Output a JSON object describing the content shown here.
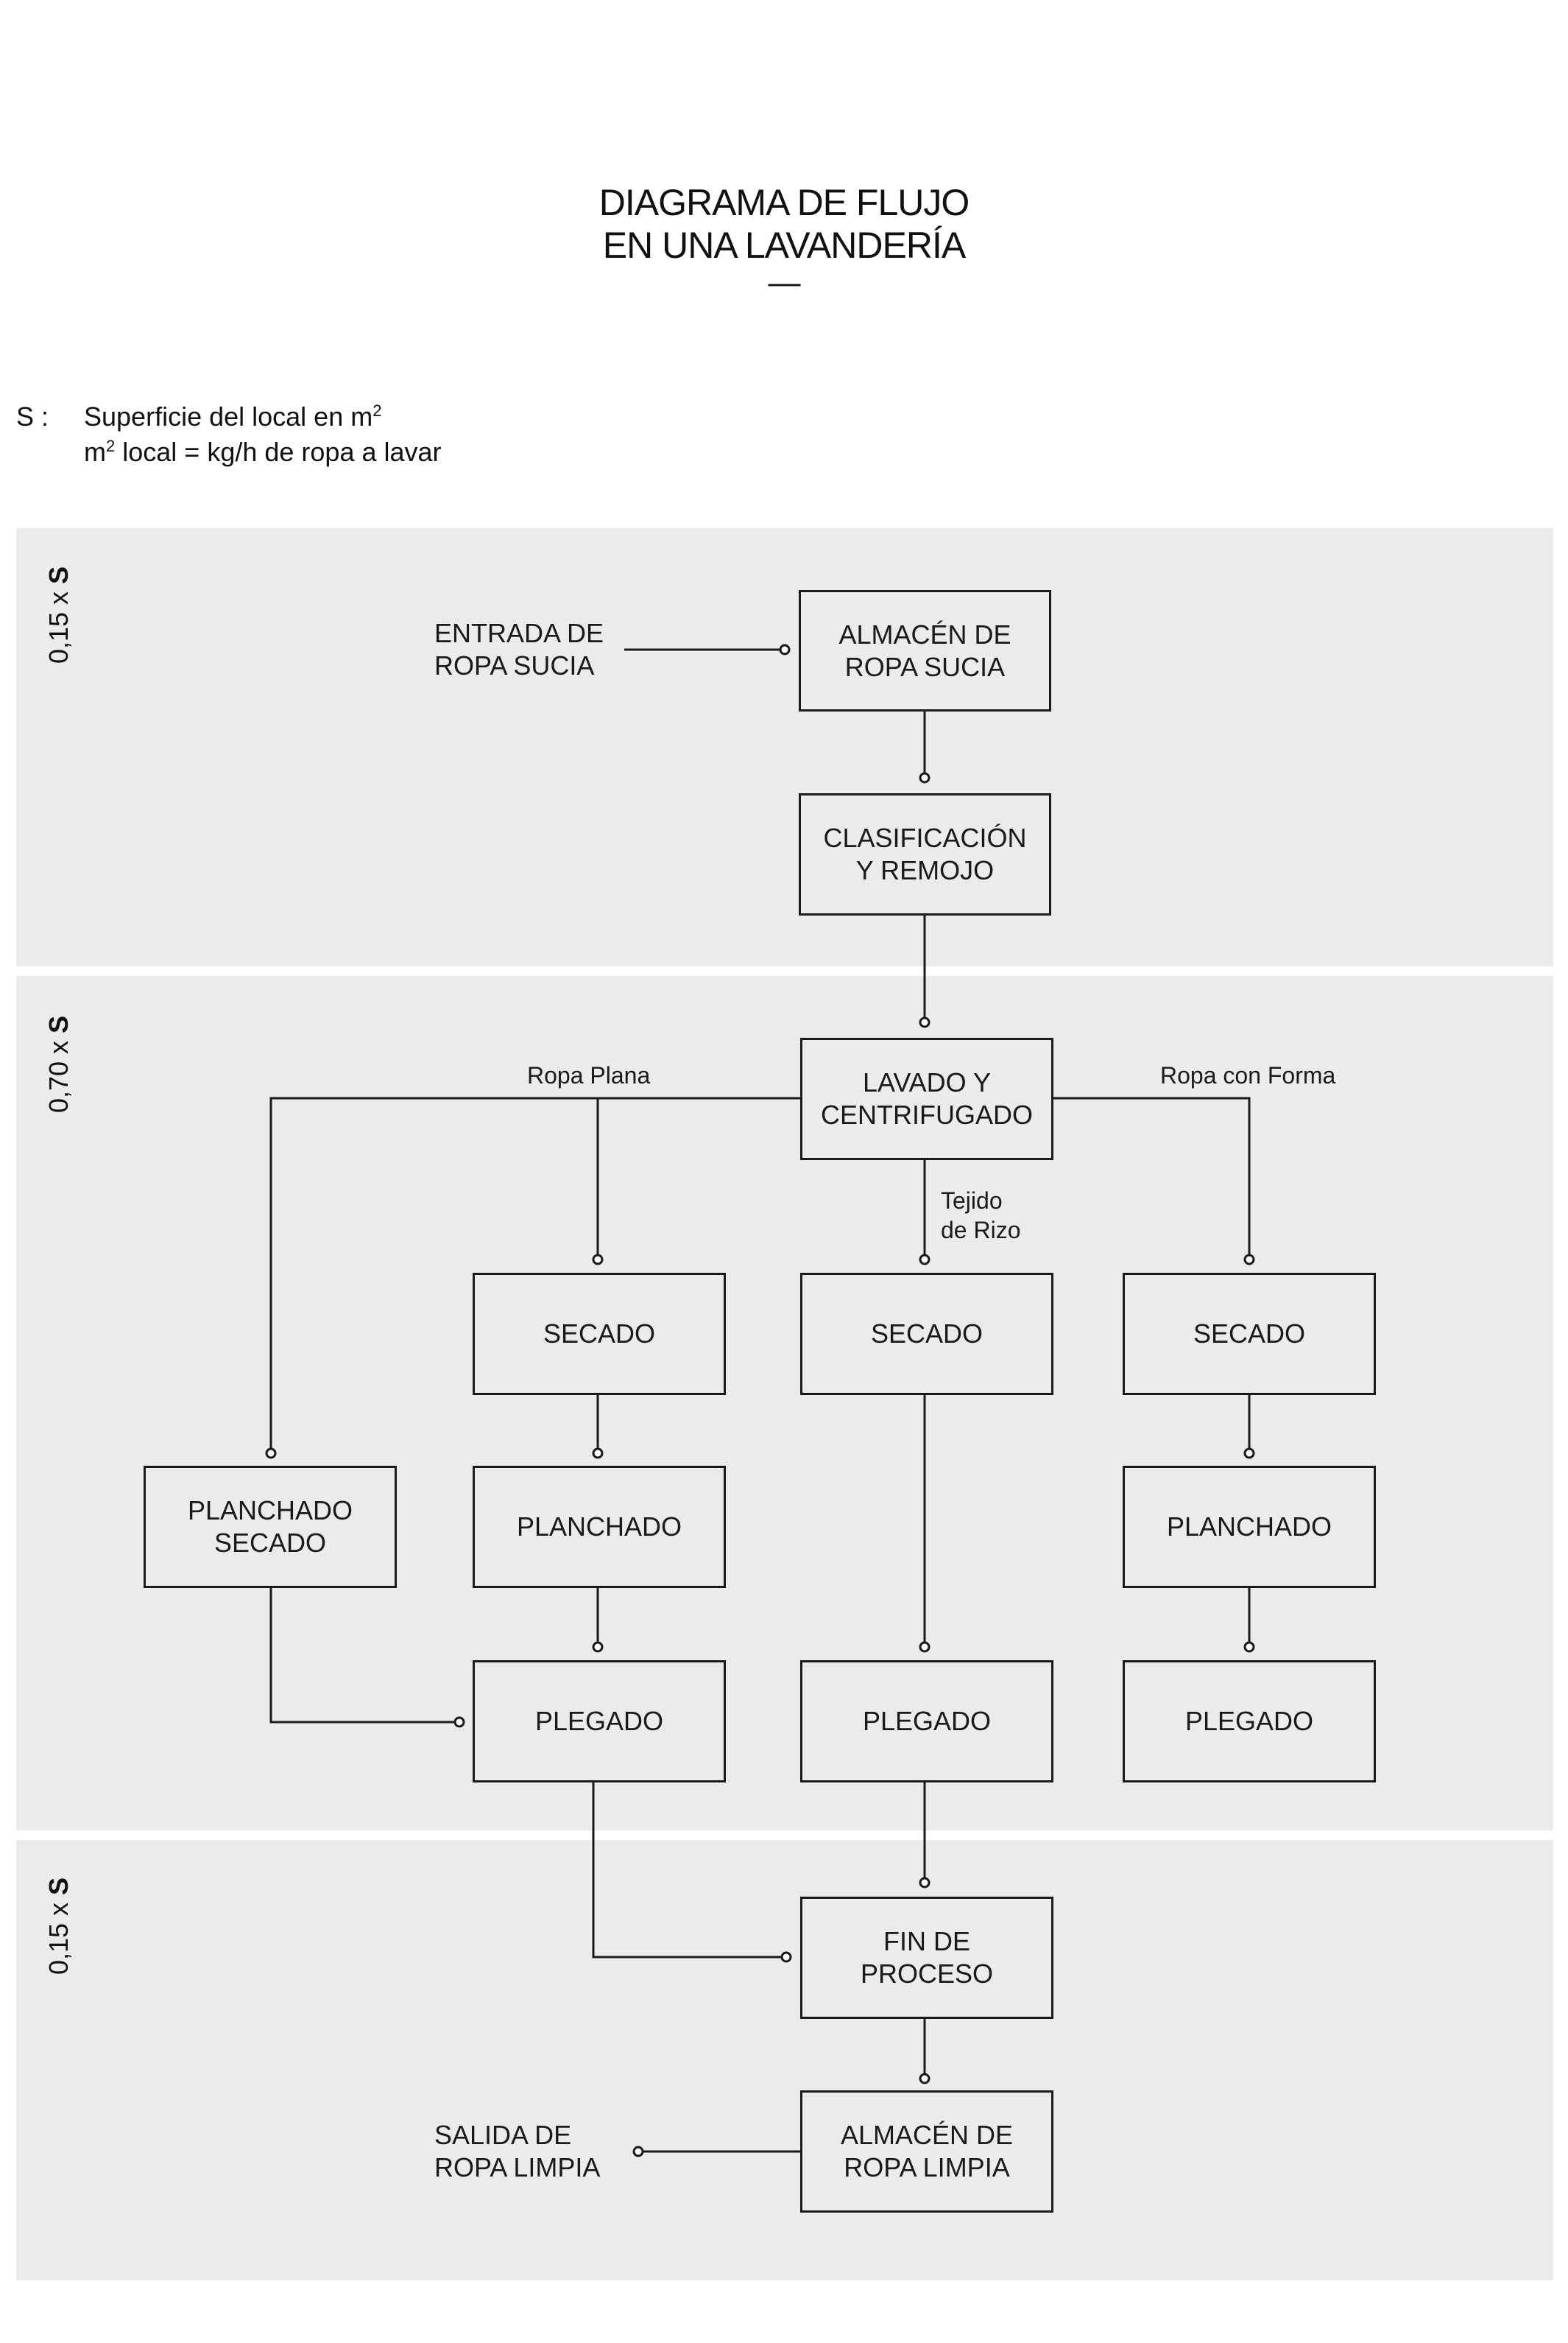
{
  "title": {
    "line1": "DIAGRAMA DE FLUJO",
    "line2": "EN UNA LAVANDERÍA",
    "dash": "—"
  },
  "legend": {
    "symbol": "S :",
    "line1": "Superficie del local en m",
    "line1_sup": "2",
    "line2_prefix": "m",
    "line2_sup": "2",
    "line2_rest": " local = kg/h de ropa a lavar"
  },
  "zones": [
    {
      "label_value": "0,15 x ",
      "label_var": "S"
    },
    {
      "label_value": "0,70 x ",
      "label_var": "S"
    },
    {
      "label_value": "0,15 x ",
      "label_var": "S"
    }
  ],
  "nodes": {
    "almacen_sucia": "ALMACÉN DE\nROPA SUCIA",
    "clasificacion": "CLASIFICACIÓN\nY REMOJO",
    "lavado": "LAVADO Y\nCENTRIFUGADO",
    "secado_1": "SECADO",
    "secado_2": "SECADO",
    "secado_3": "SECADO",
    "planchado_secado": "PLANCHADO\nSECADO",
    "planchado_1": "PLANCHADO",
    "planchado_3": "PLANCHADO",
    "plegado_1": "PLEGADO",
    "plegado_2": "PLEGADO",
    "plegado_3": "PLEGADO",
    "fin_proceso": "FIN DE\nPROCESO",
    "almacen_limpia": "ALMACÉN DE\nROPA LIMPIA"
  },
  "labels": {
    "entrada": "ENTRADA DE\nROPA SUCIA",
    "salida": "SALIDA DE\nROPA LIMPIA",
    "ropa_plana": "Ropa Plana",
    "ropa_forma": "Ropa con Forma",
    "tejido_rizo": "Tejido\nde Rizo"
  },
  "colors": {
    "background": "#ffffff",
    "zone": "#ebebeb",
    "line": "#1a1a1a"
  }
}
